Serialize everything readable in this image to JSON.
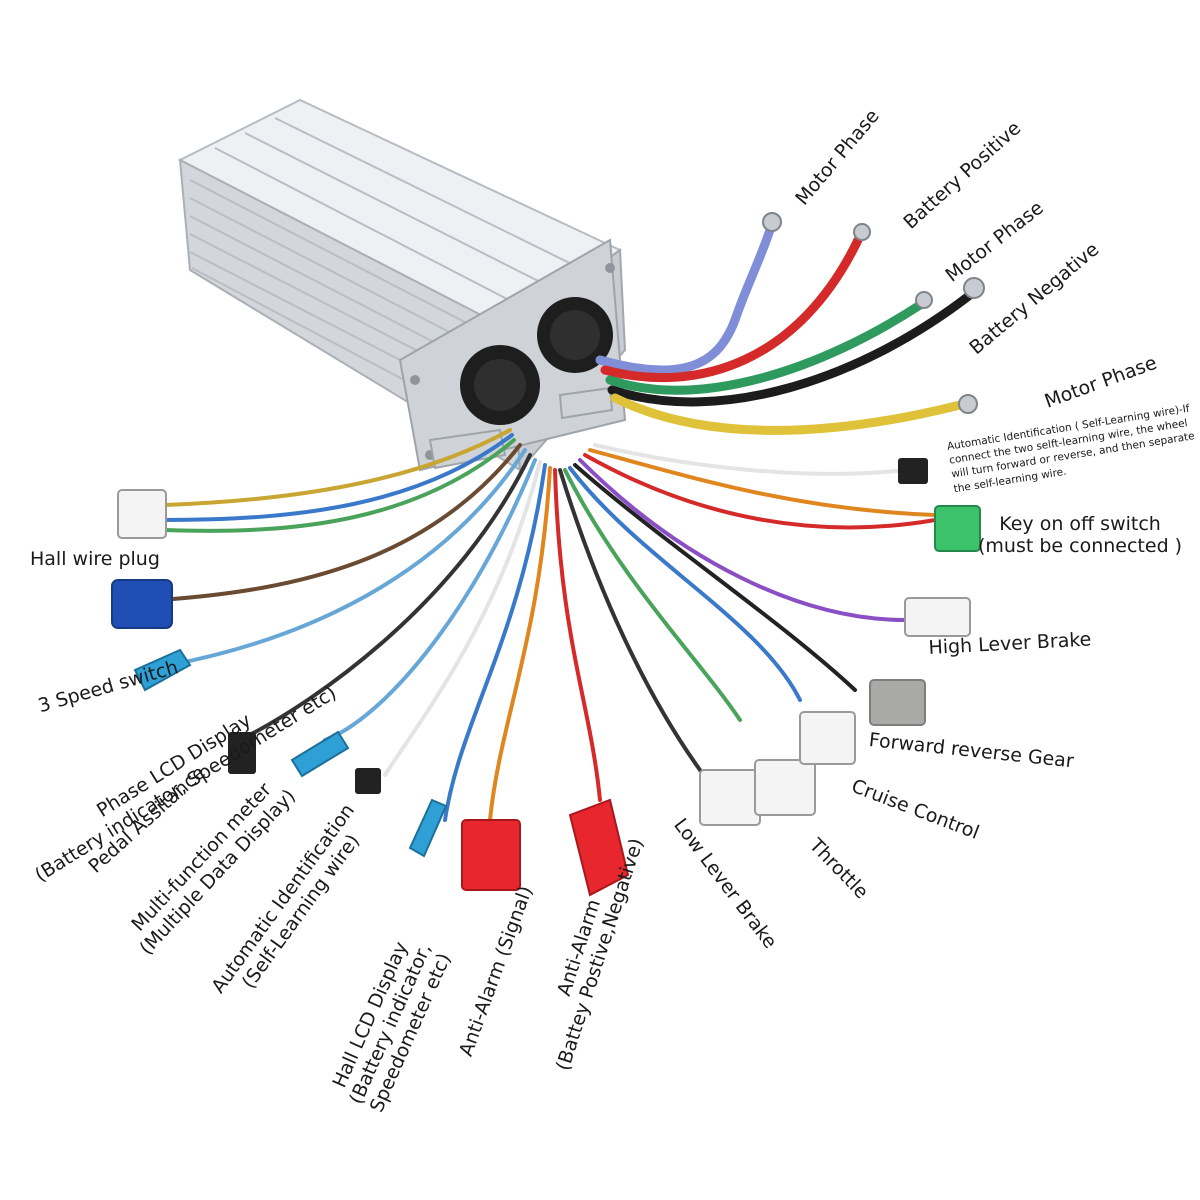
{
  "labels": {
    "motor_phase_top": "Motor Phase",
    "battery_positive": "Battery Positive",
    "motor_phase_mid": "Motor Phase",
    "battery_negative": "Battery Negative",
    "motor_phase_low": "Motor Phase",
    "auto_id_note": [
      "Automatic Identification ( Self-Learning wire)-If",
      "connect the two selft-learning wire, the wheel",
      "will turn forward or reverse, and then separate",
      "the self-learning wire."
    ],
    "key_switch": [
      "Key on off switch",
      "(must be connected )"
    ],
    "high_lever_brake": "High Lever Brake",
    "forward_reverse_gear": "Forward reverse Gear",
    "cruise_control": "Cruise Control",
    "throttle": "Throttle",
    "low_lever_brake": "Low Lever Brake",
    "anti_alarm_power": [
      "Anti-Alarm",
      "(Battey Postive,Negative)"
    ],
    "anti_alarm_signal": "Anti-Alarm (Signal)",
    "hall_lcd_display": [
      "Hall LCD Display",
      "(Battery indicator,",
      "Speedometer etc)"
    ],
    "auto_identification": [
      "Automatic Identification",
      "(Self-Learning wire)"
    ],
    "multi_function_meter": [
      "Multi-function meter",
      "(Multiple Data Display)"
    ],
    "pedal_assistance": "Pedal Assitance",
    "phase_lcd_display": [
      "Phase LCD Display",
      "(Battery indicator, Speedometer etc)"
    ],
    "three_speed_switch": "3 Speed switch",
    "hall_wire_plug": "Hall wire plug"
  },
  "colors": {
    "housing": "#d9dde2",
    "motor_phase_blue": "#7f8ed6",
    "battery_red": "#d42a2a",
    "motor_phase_green": "#2f9a5e",
    "battery_black": "#1c1c1c",
    "motor_phase_yellow": "#e0c23a",
    "key_connector": "#3cc26a",
    "speed_switch": "#1f4fb5",
    "alarm_red": "#e8262e"
  }
}
